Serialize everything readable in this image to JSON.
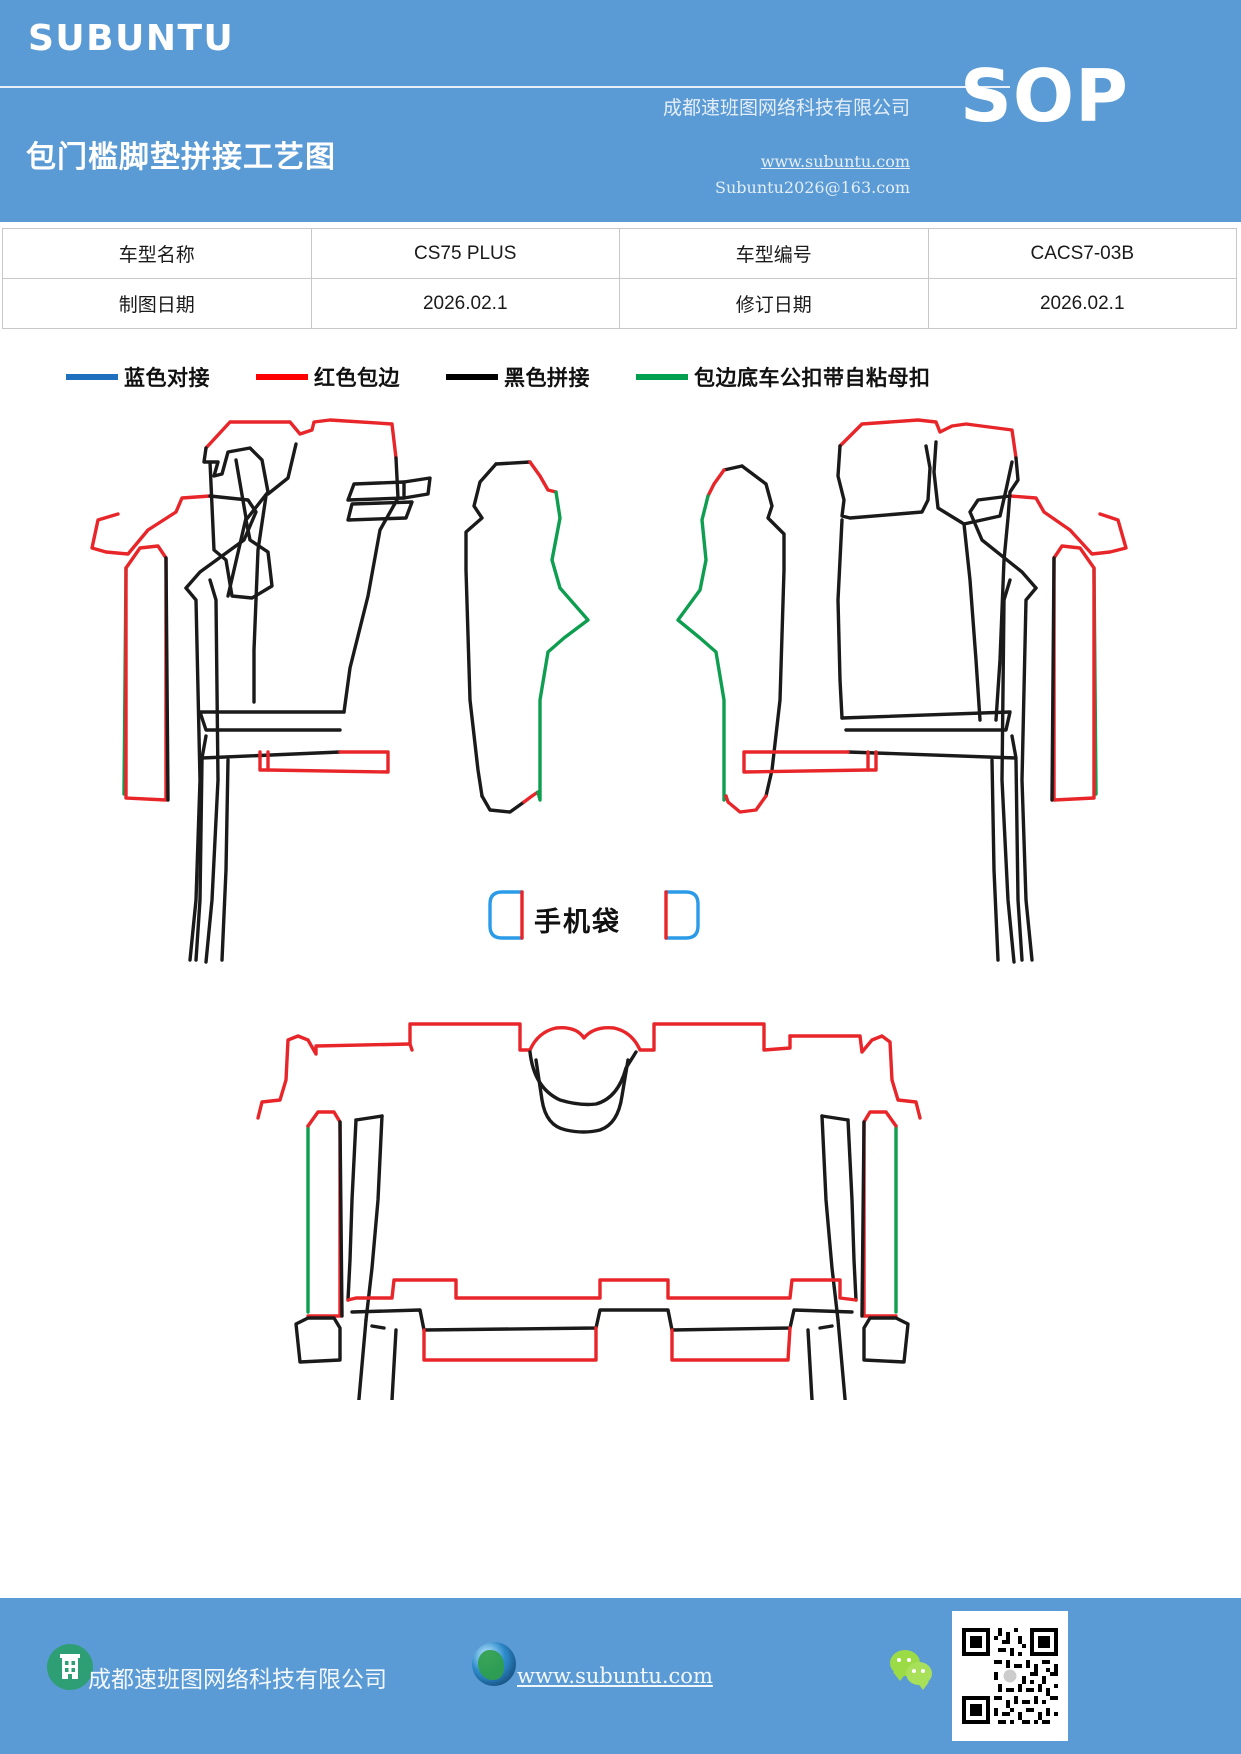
{
  "header": {
    "brand": "SUBUNTU",
    "doc_type": "SOP",
    "doc_title": "包门槛脚垫拼接工艺图",
    "company": "成都速班图网络科技有限公司",
    "url": "www.subuntu.com",
    "email": "Subuntu2026@163.com",
    "bg_color": "#5B9BD5"
  },
  "info_table": {
    "rows": [
      {
        "label1": "车型名称",
        "value1": "CS75 PLUS",
        "label2": "车型编号",
        "value2": "CACS7-03B"
      },
      {
        "label1": "制图日期",
        "value1": "2026.02.1",
        "label2": "修订日期",
        "value2": "2026.02.1"
      }
    ]
  },
  "legend": {
    "items": [
      {
        "label": "蓝色对接",
        "color": "#1F6FBF"
      },
      {
        "label": "红色包边",
        "color": "#FF0000"
      },
      {
        "label": "黑色拼接",
        "color": "#000000"
      },
      {
        "label": "包边底车公扣带自粘母扣",
        "color": "#00A050"
      }
    ]
  },
  "drawing": {
    "phone_pocket_label": "手机袋",
    "stroke_colors": {
      "black": "#1a1a1a",
      "red": "#E8262A",
      "green": "#0E9E4F",
      "blue": "#2B9BE8"
    }
  },
  "footer": {
    "company": "成都速班图网络科技有限公司",
    "url": "www.subuntu.com",
    "bg_color": "#5B9BD5",
    "icons": [
      "building-icon",
      "globe-icon",
      "wechat-icon",
      "qr-code"
    ]
  }
}
